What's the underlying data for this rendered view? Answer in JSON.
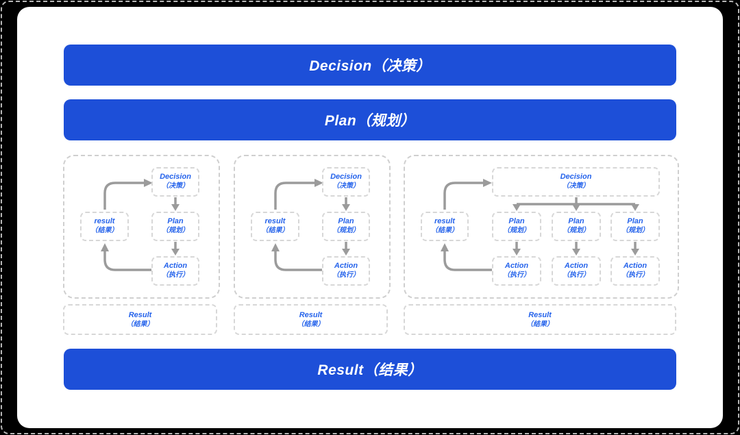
{
  "colors": {
    "background": "#000000",
    "card": "#ffffff",
    "banner_blue": "#1d4fd8",
    "banner_text": "#ffffff",
    "node_text_blue": "#2563eb",
    "dashed_border_gray": "#cfcfcf",
    "arrow_gray": "#9b9b9b"
  },
  "banners": {
    "decision": "Decision（决策）",
    "plan": "Plan（规划）",
    "result": "Result（结果）"
  },
  "loop_nodes": {
    "decision": {
      "en": "Decision",
      "zh": "（决策）"
    },
    "plan": {
      "en": "Plan",
      "zh": "（规划）"
    },
    "action": {
      "en": "Action",
      "zh": "（执行）"
    },
    "result": {
      "en": "result",
      "zh": "（结果）"
    }
  },
  "result_box": {
    "en": "Result",
    "zh": "（结果）"
  }
}
